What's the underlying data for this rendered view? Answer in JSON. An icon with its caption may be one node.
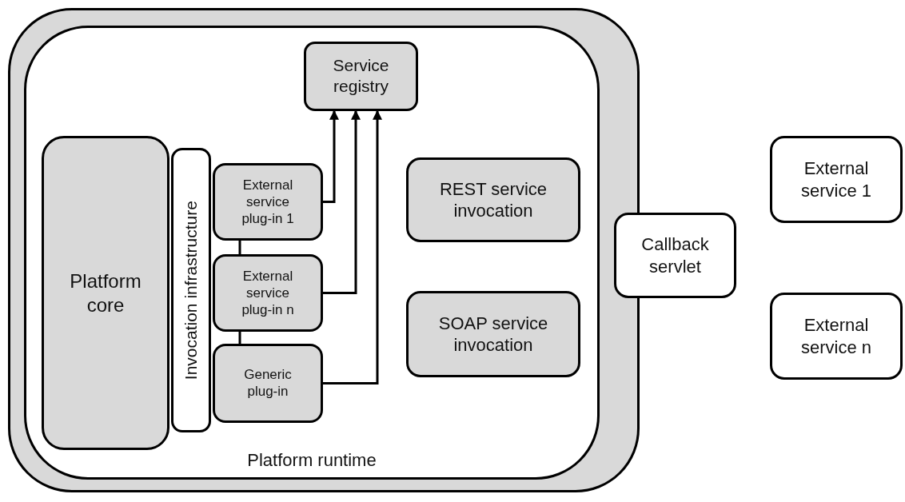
{
  "diagram": {
    "nodes": [
      {
        "text": [],
        "shape": "box"
      },
      {
        "text": [
          "Platform runtime"
        ],
        "in": 0
      },
      {
        "text": [
          "Service registry"
        ],
        "in": 1
      },
      {
        "text": [
          "Platform core"
        ],
        "in": 1
      },
      {
        "text": [
          "Invocation infrastructure"
        ],
        "in": 1
      },
      {
        "text": [
          "External service plug-in 1"
        ],
        "in": 1
      },
      {
        "text": [
          "External service plug-in n"
        ],
        "in": 1
      },
      {
        "text": [
          "Generic plug-in"
        ],
        "in": 1
      },
      {
        "text": [
          "REST service invocation"
        ],
        "in": 1
      },
      {
        "text": [
          "SOAP service invocation"
        ],
        "in": 1
      },
      {
        "text": [
          "Callback servlet"
        ]
      },
      {
        "text": [
          "External service 1"
        ]
      },
      {
        "text": [
          "External service n"
        ]
      }
    ],
    "edges": [
      {
        "from": 5,
        "to": 2,
        "arrow": "to"
      },
      {
        "from": 6,
        "to": 2,
        "arrow": "to"
      },
      {
        "from": 7,
        "to": 2,
        "arrow": "to"
      },
      {
        "from": 5,
        "to": 6,
        "arrow": "none"
      },
      {
        "from": 6,
        "to": 7,
        "arrow": "none"
      }
    ]
  }
}
